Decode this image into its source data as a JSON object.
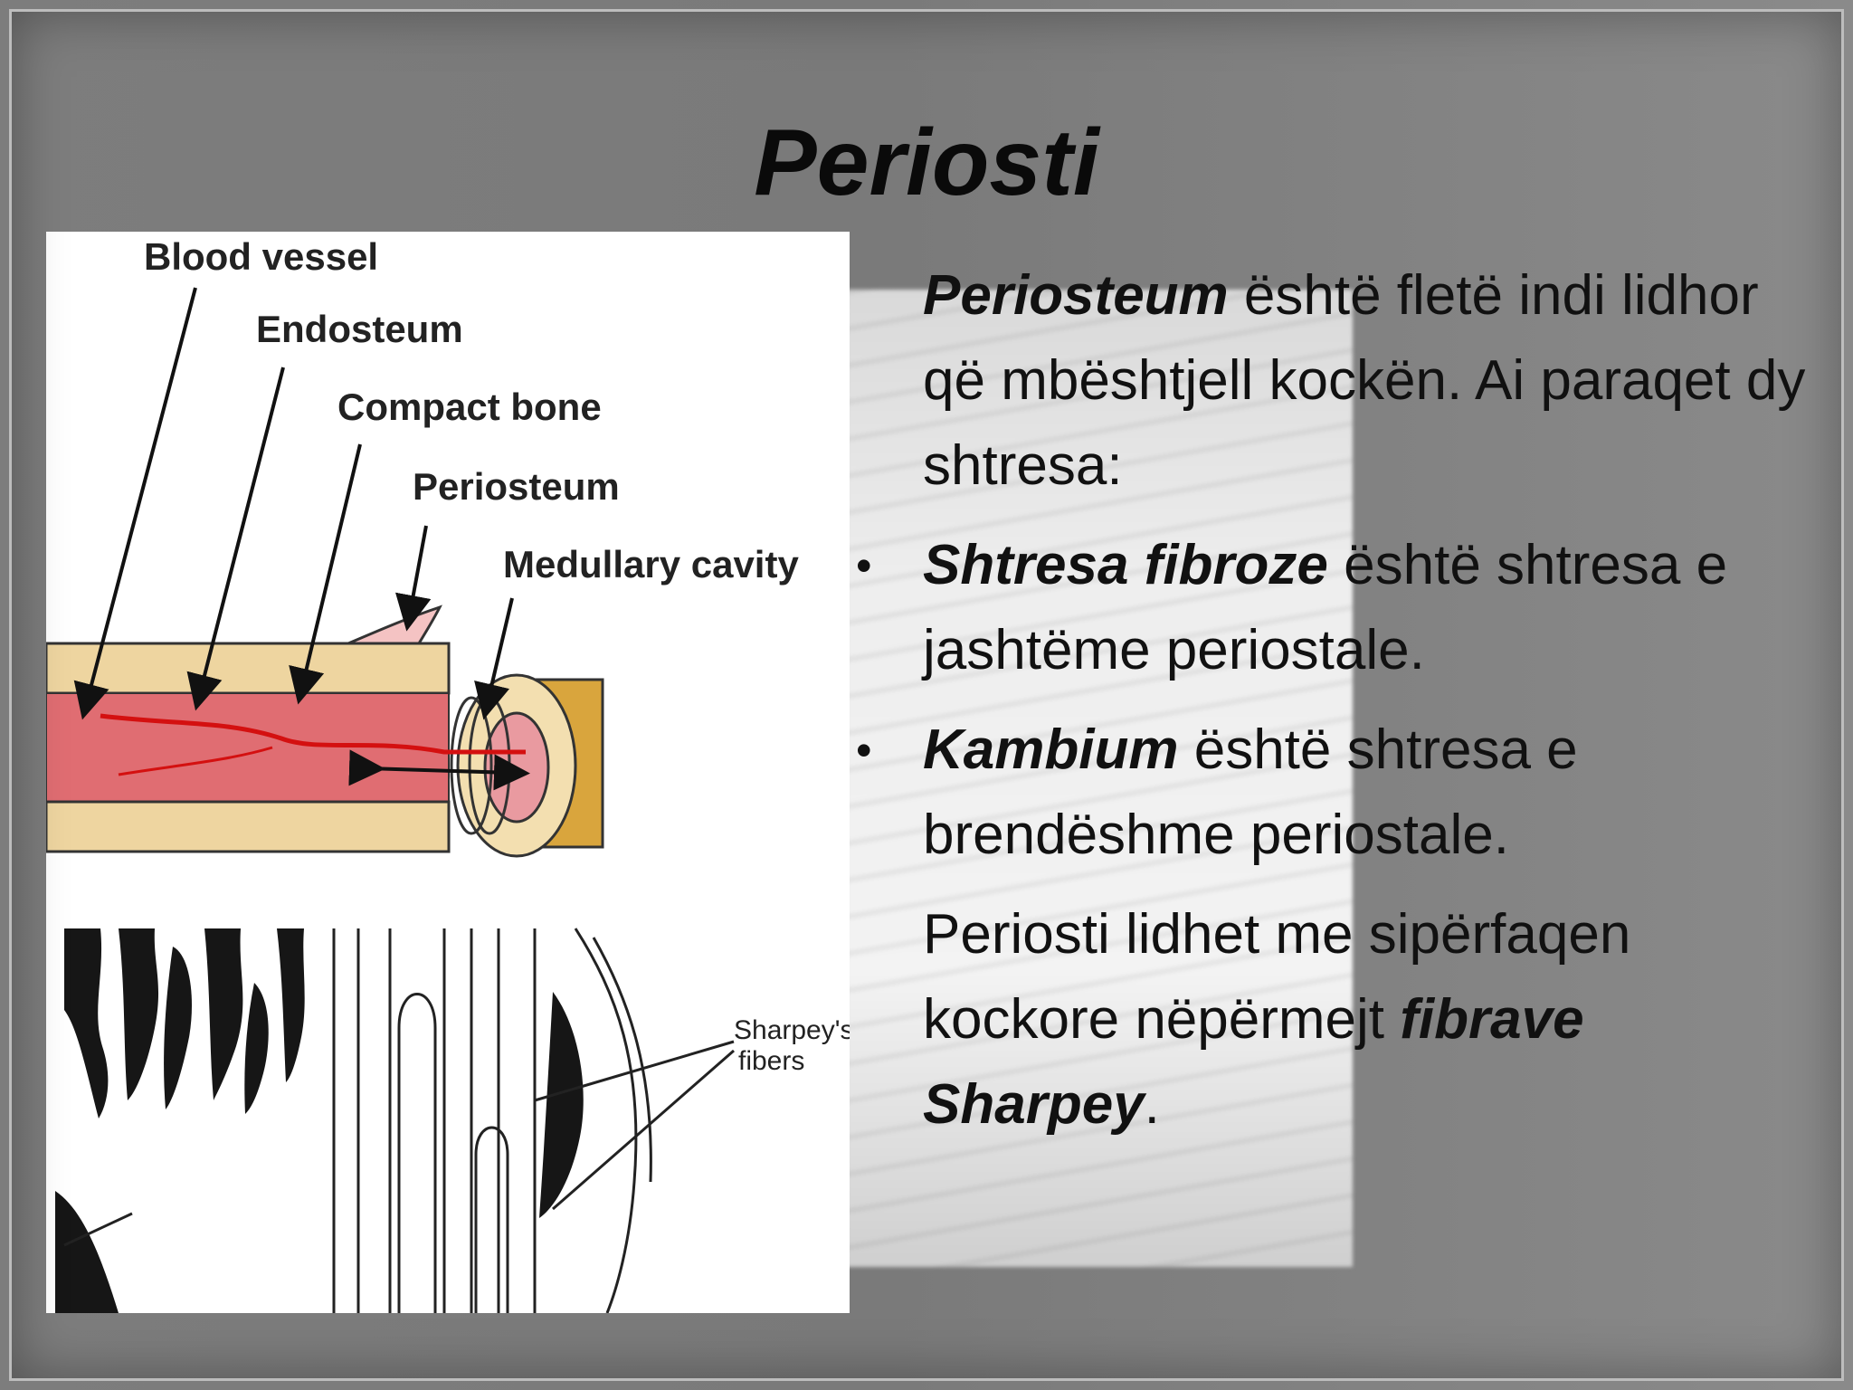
{
  "slide": {
    "title": "Periosti",
    "paragraph1": {
      "term": "Periosteum",
      "text": " është fletë indi lidhor që mbështjell kockën. Ai paraqet dy shtresa:"
    },
    "bullets": [
      {
        "term": "Shtresa fibroze",
        "text": " është shtresa e jashtëme periostale."
      },
      {
        "term": "Kambium",
        "text": " është shtresa e brendëshme periostale."
      }
    ],
    "paragraph2": {
      "text": "Periosti lidhet me sipërfaqen kockore nëpërmejt ",
      "term": "fibrave Sharpey",
      "end": "."
    },
    "bullet_symbol": "•"
  },
  "figure": {
    "labels": {
      "blood_vessel": "Blood vessel",
      "endosteum": "Endosteum",
      "compact_bone": "Compact bone",
      "periosteum": "Periosteum",
      "medullary_cavity": "Medullary cavity",
      "sharpeys_fibers_1": "Sharpey's",
      "sharpeys_fibers_2": "fibers"
    },
    "colors": {
      "bone": "#eed5a0",
      "marrow": "#e06d72",
      "vessel": "#d41010",
      "periosteum": "#f4c3c3",
      "bone_end": "#d9a53d"
    }
  }
}
